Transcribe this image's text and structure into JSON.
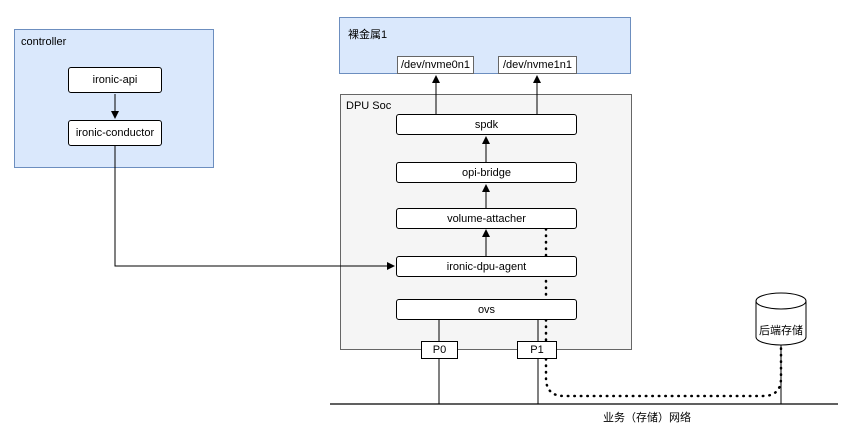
{
  "controller": {
    "title": "controller",
    "nodes": [
      "ironic-api",
      "ironic-conductor"
    ]
  },
  "bare_metal": {
    "title": "裸金属1",
    "devices": [
      "/dev/nvme0n1",
      "/dev/nvme1n1"
    ]
  },
  "dpu": {
    "title": "DPU Soc",
    "components": [
      "spdk",
      "opi-bridge",
      "volume-attacher",
      "ironic-dpu-agent",
      "ovs"
    ],
    "ports": [
      "P0",
      "P1"
    ]
  },
  "storage": {
    "label": "后端存储"
  },
  "network": {
    "label": "业务（存储）网络"
  }
}
